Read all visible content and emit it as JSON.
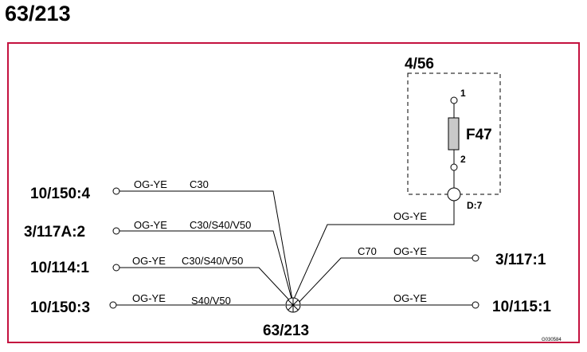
{
  "title": "63/213",
  "left_connectors": [
    {
      "label": "10/150:4",
      "color": "OG-YE",
      "variant": "C30"
    },
    {
      "label": "3/117A:2",
      "color": "OG-YE",
      "variant": "C30/S40/V50"
    },
    {
      "label": "10/114:1",
      "color": "OG-YE",
      "variant": "C30/S40/V50"
    },
    {
      "label": "10/150:3",
      "color": "OG-YE",
      "variant": "S40/V50"
    }
  ],
  "right_connectors": [
    {
      "label": "3/117:1",
      "color": "OG-YE",
      "variant": "C70"
    },
    {
      "label": "10/115:1",
      "color": "OG-YE",
      "variant": ""
    }
  ],
  "splice": {
    "label": "63/213"
  },
  "fuse_box": {
    "label": "4/56",
    "fuse": "F47",
    "pin_top": "1",
    "pin_bottom": "2",
    "output_pin": "D:7",
    "wire_color": "OG-YE"
  },
  "image_code": "G030584"
}
